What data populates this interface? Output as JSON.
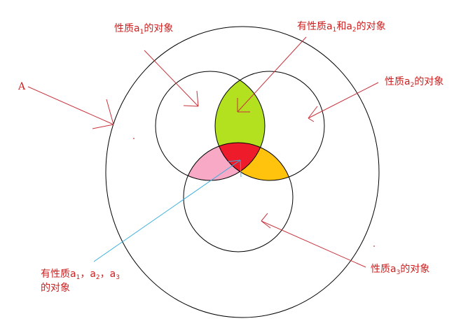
{
  "labels": {
    "set_a": "A",
    "prop_a1_prefix": "性质a",
    "prop_a1_sub": "1",
    "prop_a1_suffix": "的对象",
    "both_a1a2_prefix": "有性质a",
    "both_a1a2_sub1": "1",
    "both_a1a2_mid": "和a",
    "both_a1a2_sub2": "2",
    "both_a1a2_suffix": "的对象",
    "prop_a2_prefix": "性质a",
    "prop_a2_sub": "2",
    "prop_a2_suffix": "的对象",
    "prop_a3_prefix": "性质a",
    "prop_a3_sub": "3",
    "prop_a3_suffix": "的对象",
    "all_line1_p1": "有性质a",
    "all_line1_s1": "1",
    "all_line1_p2": "，a",
    "all_line1_s2": "2",
    "all_line1_p3": "，a",
    "all_line1_s3": "3",
    "all_line2": "的对象"
  },
  "colors": {
    "a1_a2_only": "#b3e01f",
    "a1_a3_only": "#f7a9c6",
    "a2_a3_only": "#ffc20d",
    "all_three": "#ee1c2a",
    "label_text": "#cc1f1f",
    "arrow_red": "#c8323c",
    "arrow_blue": "#3aaee0",
    "outline": "#000000"
  }
}
